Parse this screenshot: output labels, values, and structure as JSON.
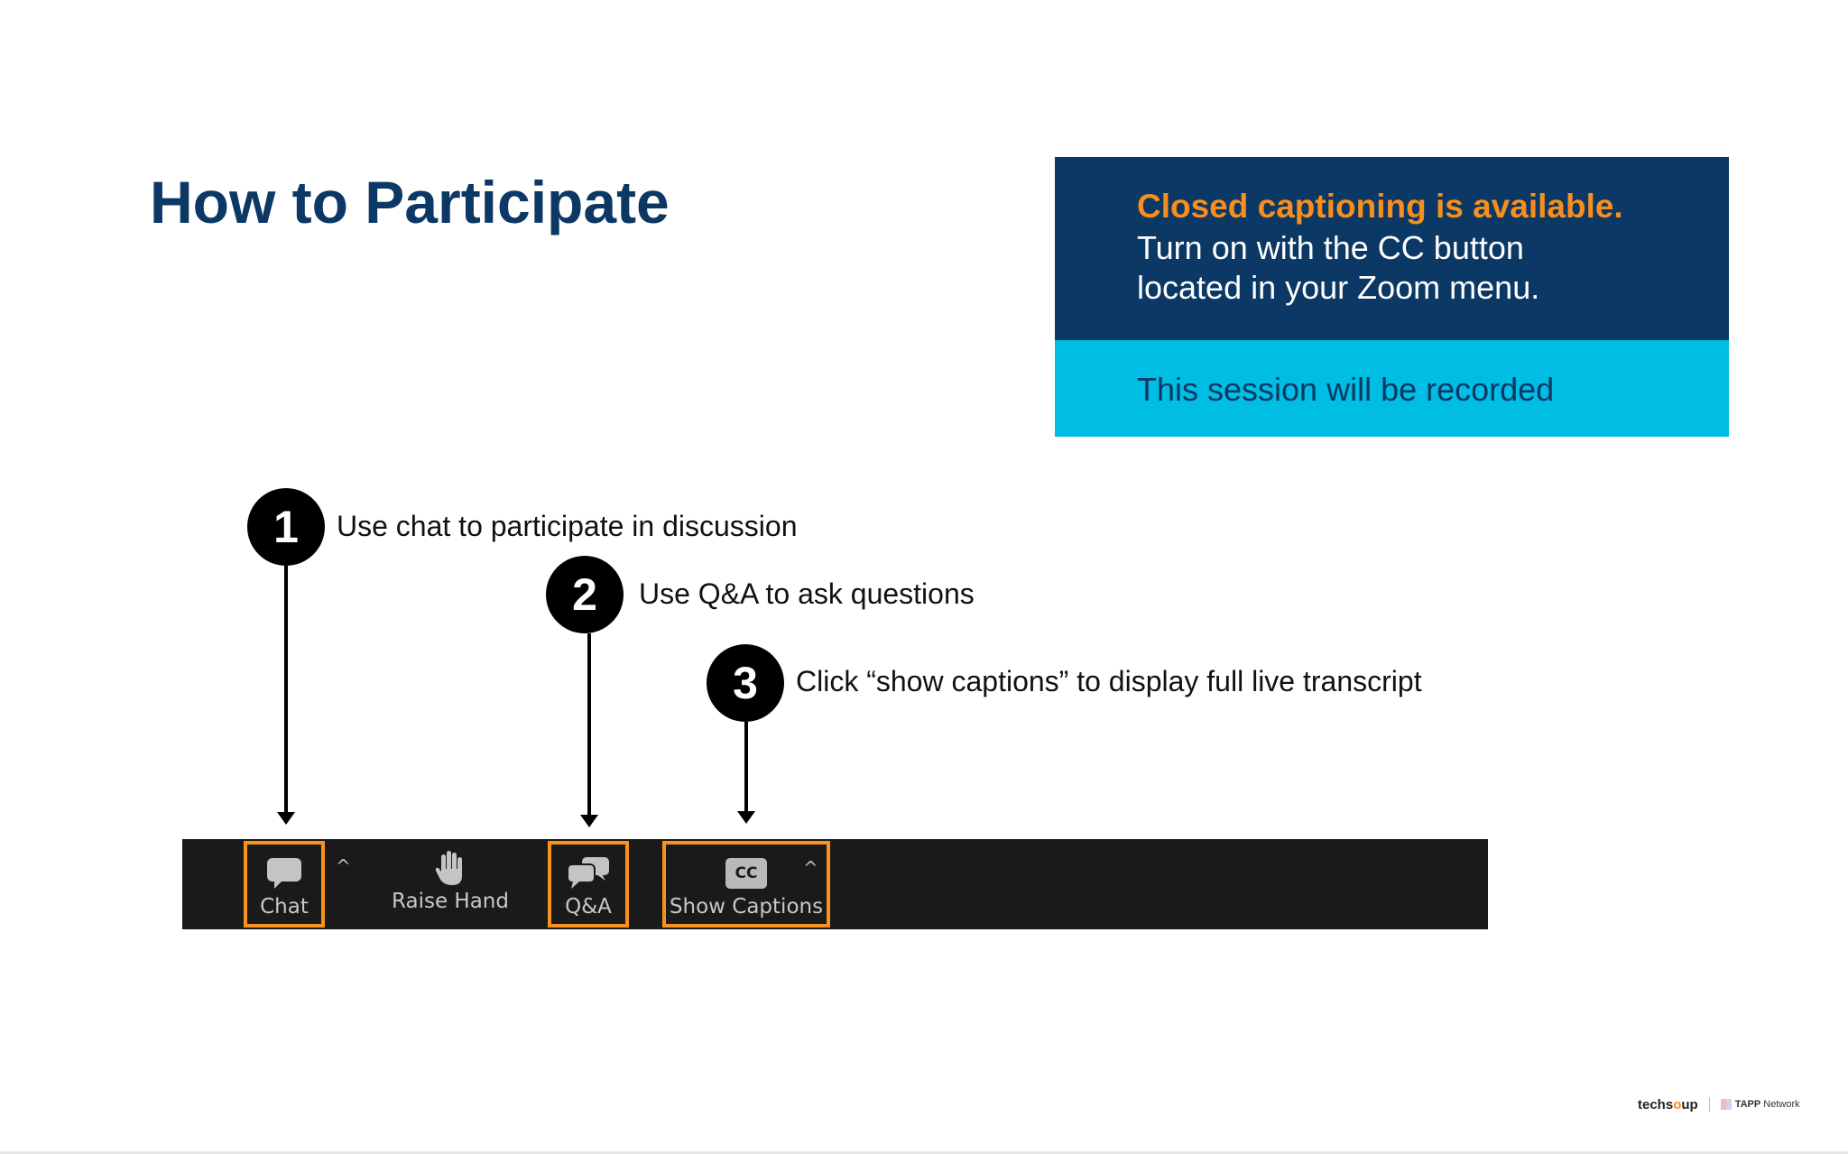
{
  "slide": {
    "title": "How to Participate"
  },
  "info_panel": {
    "headline": "Closed captioning is available.",
    "line1": "Turn on with the CC button",
    "line2": "located in your Zoom menu.",
    "recorded": "This session will be recorded"
  },
  "steps": [
    {
      "number": "1",
      "text": "Use chat to participate in discussion"
    },
    {
      "number": "2",
      "text": "Use Q&A to ask questions"
    },
    {
      "number": "3",
      "text": "Click “show captions” to display full live transcript"
    }
  ],
  "toolbar": {
    "chat_label": "Chat",
    "raise_hand_label": "Raise Hand",
    "qa_label": "Q&A",
    "show_captions_label": "Show Captions",
    "cc_icon_text": "CC",
    "caret": "^",
    "icons": {
      "chat": "chat-bubble-icon",
      "raise_hand": "hand-icon",
      "qa": "qa-bubbles-icon",
      "captions": "cc-icon"
    }
  },
  "footer": {
    "techsoup_pre": "techs",
    "techsoup_o": "o",
    "techsoup_post": "up",
    "tapp": "TAPP",
    "tapp_network": "Network"
  },
  "colors": {
    "title": "#0b3864",
    "panel_dark": "#0b3864",
    "panel_light": "#00bde3",
    "headline_orange": "#f78e1e",
    "highlight_orange": "#f7921e",
    "toolbar_bg": "#1a1a1a"
  }
}
